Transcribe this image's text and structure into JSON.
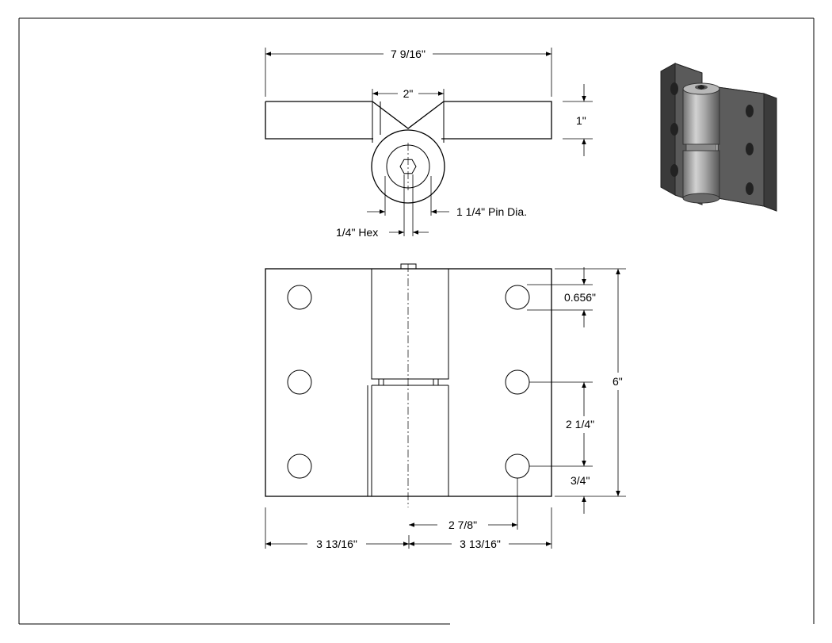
{
  "dimensions": {
    "overall_width": "7 9/16\"",
    "knuckle_width": "2\"",
    "leaf_thickness": "1\"",
    "pin_diameter": "1 1/4\" Pin Dia.",
    "hex": "1/4\" Hex",
    "hole_edge_offset": "0.656\"",
    "overall_height": "6\"",
    "hole_spacing": "2 1/4\"",
    "bottom_hole_offset": "3/4\"",
    "hole_to_pin_center": "2 7/8\"",
    "left_leaf_width": "3 13/16\"",
    "right_leaf_width": "3 13/16\""
  },
  "colors": {
    "line": "#000000",
    "background": "#ffffff",
    "render_dark": "#4a4a4a",
    "render_light": "#9a9a9a"
  }
}
